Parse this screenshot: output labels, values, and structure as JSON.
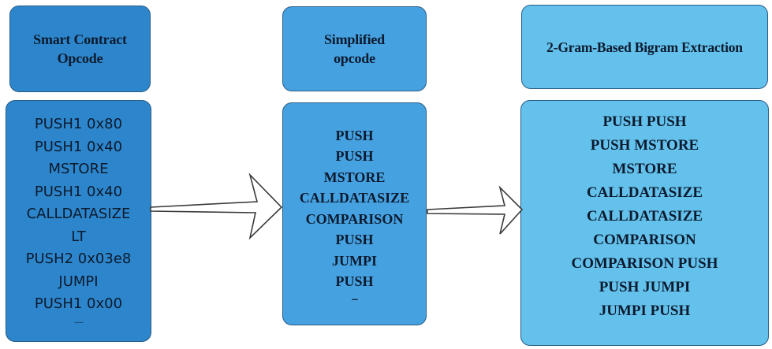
{
  "stages": [
    {
      "title": [
        "Smart Contract",
        "Opcode"
      ],
      "items": [
        "PUSH1 0x80",
        "PUSH1 0x40",
        "MSTORE",
        "PUSH1 0x40",
        "CALLDATASIZE",
        "LT",
        "PUSH2 0x03e8",
        "JUMPI",
        "PUSH1 0x00"
      ],
      "ellipsis": "......"
    },
    {
      "title": [
        "Simplified",
        "opcode"
      ],
      "items": [
        "PUSH",
        "PUSH",
        "MSTORE",
        "CALLDATASIZE",
        "COMPARISON",
        "PUSH",
        "JUMPI",
        "PUSH"
      ],
      "ellipsis": "......"
    },
    {
      "title": [
        "2-Gram-Based Bigram Extraction"
      ],
      "items": [
        "PUSH PUSH",
        "PUSH MSTORE",
        "MSTORE",
        "CALLDATASIZE",
        "CALLDATASIZE",
        "COMPARISON",
        "COMPARISON PUSH",
        "PUSH JUMPI",
        "JUMPI PUSH"
      ]
    }
  ],
  "colors": {
    "stage1": "#2d86cb",
    "stage2": "#45a1e0",
    "stage3": "#63c1ec",
    "border": "#2a5d86",
    "arrow": "#ffffff"
  },
  "icons": [
    "right-arrow-icon",
    "right-arrow-icon"
  ]
}
